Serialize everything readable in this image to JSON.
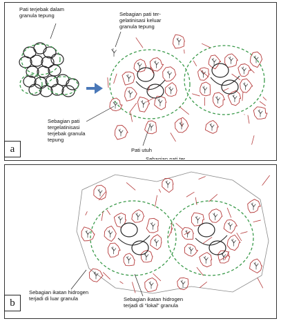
{
  "panel_a": {
    "letter": "a",
    "labels": {
      "trapped": "Pati  terjebak dalam\ngranula tepung",
      "outside": "Sebagian pati  ter-\ngelatinisasi keluar\ngranula tepung",
      "gelat": "Sebagian pati\ntergelatinisasi\nterjebak granula\ntepung",
      "intact": "Pati utuh",
      "cut": "Sebagian pati ter"
    }
  },
  "panel_b": {
    "letter": "b",
    "labels": {
      "outer": "Sebagian ikatan hidrogen\nterjadi di luar granula",
      "local": "Sebagian ikatan hidrogen\nterjadi di “lokal” granula"
    }
  },
  "colors": {
    "network": "#b53a3a",
    "dashed": "#3a9a4a",
    "arrow": "#4a78b8",
    "outline": "#222222"
  }
}
